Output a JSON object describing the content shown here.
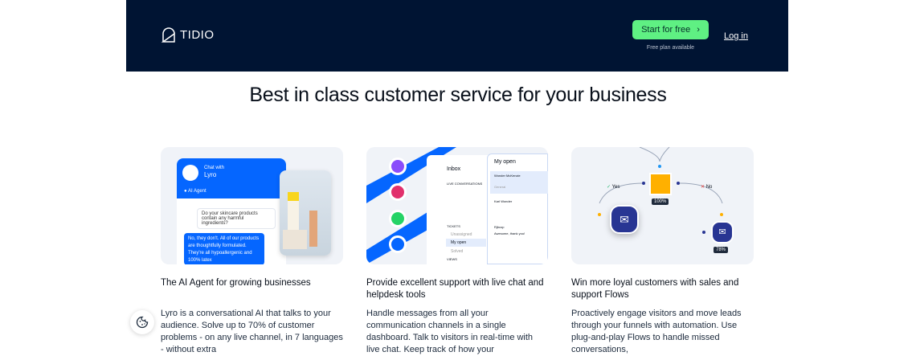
{
  "header": {
    "logo": "TIDIO",
    "cta": "Start for free",
    "cta_note": "Free plan available",
    "login": "Log in"
  },
  "headline": "Best in class customer service for your business",
  "cards": [
    {
      "title": "The AI Agent for growing businesses",
      "body": "Lyro is a conversational AI that talks to your audience. Solve up to 70% of customer problems - on any live channel, in 7 languages - without extra",
      "mock": {
        "chat_with": "Chat with",
        "name": "Lyro",
        "status": "AI Agent",
        "question": "Do your skincare products contain any harmful ingredients?",
        "answer": "No, they don't. All of our products are thoughtfully formulated. They're all hypoallergenic and 100% latex"
      }
    },
    {
      "title": "Provide excellent support with live chat and helpdesk tools",
      "body": "Handle messages from all your communication channels in a single dashboard. Talk to visitors in real-time with live chat. Keep track of how your",
      "mock": {
        "inbox": "Inbox",
        "live": "LIVE CONVERSATIONS",
        "tickets": "TICKETS",
        "unassigned": "Unassigned",
        "my_open": "My open",
        "solved": "Solved",
        "views": "VIEWS",
        "panel_title": "My open",
        "c1": "Wonder McKenzie",
        "c1_tag": "General",
        "c2": "Karl Wonder",
        "c3": "Rjbcop",
        "c3_msg": "Awesome, thank you!"
      }
    },
    {
      "title": "Win more loyal customers with sales and support Flows",
      "body": "Proactively engage visitors and move leads through your funnels with automation. Use plug-and-play Flows to handle missed conversations,",
      "mock": {
        "yes": "Yes",
        "no": "No",
        "p1": "100%",
        "p2": "78%"
      }
    }
  ],
  "colors": {
    "header_bg": "#001433",
    "cta": "#5ff083",
    "blue": "#0566ff",
    "navy": "#283593",
    "orange": "#ffb000"
  }
}
